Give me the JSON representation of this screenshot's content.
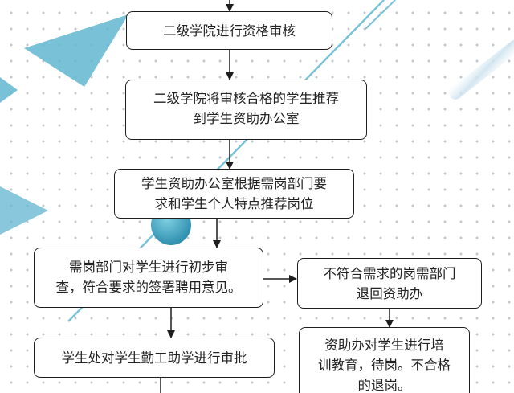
{
  "flowchart": {
    "nodes": [
      {
        "id": "review",
        "lines": [
          "二级学院进行资格审核"
        ]
      },
      {
        "id": "recommend",
        "lines": [
          "二级学院将审核合格的学生推荐",
          "到学生资助办公室"
        ]
      },
      {
        "id": "assign",
        "lines": [
          "学生资助办公室根据需岗部门要",
          "求和学生个人特点推荐岗位"
        ]
      },
      {
        "id": "dept-review",
        "lines": [
          "需岗部门对学生进行初步审",
          "查，符合要求的签署聘用意见。"
        ]
      },
      {
        "id": "reject",
        "lines": [
          "不符合需求的岗需部门",
          "退回资助办"
        ]
      },
      {
        "id": "approve",
        "lines": [
          "学生处对学生勤工助学进行审批"
        ]
      },
      {
        "id": "training",
        "lines": [
          "资助办对学生进行培",
          "训教育，待岗。不合格",
          "的退岗。"
        ]
      }
    ],
    "edges": [
      {
        "from": "top",
        "to": "review"
      },
      {
        "from": "review",
        "to": "recommend"
      },
      {
        "from": "recommend",
        "to": "assign"
      },
      {
        "from": "assign",
        "to": "dept-review"
      },
      {
        "from": "dept-review",
        "to": "reject"
      },
      {
        "from": "dept-review",
        "to": "approve"
      },
      {
        "from": "reject",
        "to": "training"
      },
      {
        "from": "approve",
        "to": "bottom"
      }
    ]
  },
  "colors": {
    "accent": "#5fb6cf",
    "dots": "#c2c6cc",
    "border": "#1e1e1e",
    "text": "#222222"
  }
}
